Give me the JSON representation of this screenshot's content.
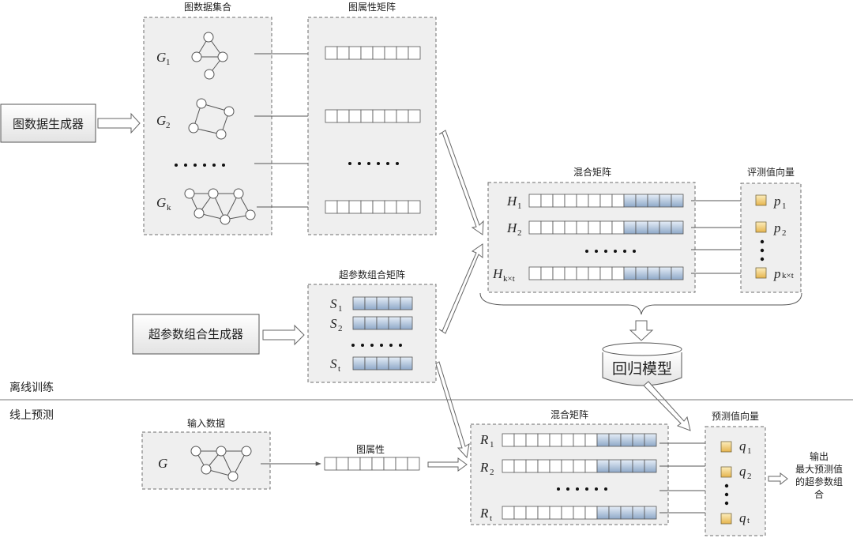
{
  "labels": {
    "graph_set": "图数据集合",
    "graph_attr_matrix": "图属性矩阵",
    "graph_generator": "图数据生成器",
    "mix_matrix_top": "混合矩阵",
    "score_vector": "评测值向量",
    "hyper_matrix": "超参数组合矩阵",
    "hyper_generator": "超参数组合生成器",
    "regression_model": "回归模型",
    "offline": "离线训练",
    "online": "线上预测",
    "input_data": "输入数据",
    "graph_attr": "图属性",
    "mix_matrix_bottom": "混合矩阵",
    "pred_vector": "预测值向量",
    "output": [
      "输出",
      "最大预测值",
      "的超参数组",
      "合"
    ]
  },
  "graphs": [
    {
      "base": "G",
      "sub": "1"
    },
    {
      "base": "G",
      "sub": "2"
    },
    {
      "base": "G",
      "sub": "k"
    }
  ],
  "input_graph": "G",
  "hyper_rows": [
    {
      "base": "S",
      "sub": "1"
    },
    {
      "base": "S",
      "sub": "2"
    },
    {
      "base": "S",
      "sub": "t"
    }
  ],
  "mix_rows": [
    {
      "base": "H",
      "sub": "1"
    },
    {
      "base": "H",
      "sub": "2"
    },
    {
      "base": "H",
      "sub": "k×t"
    }
  ],
  "score_rows": [
    {
      "base": "p",
      "sub": "1"
    },
    {
      "base": "p",
      "sub": "2"
    },
    {
      "base": "p",
      "sub": "k×t"
    }
  ],
  "pred_mix_rows": [
    {
      "base": "R",
      "sub": "1"
    },
    {
      "base": "R",
      "sub": "2"
    },
    {
      "base": "R",
      "sub": "t"
    }
  ],
  "pred_rows": [
    {
      "base": "q",
      "sub": "1"
    },
    {
      "base": "q",
      "sub": "2"
    },
    {
      "base": "q",
      "sub": "t"
    }
  ],
  "colors": {
    "box_fill": "#efefef",
    "blue_light": "#d4e0ee",
    "blue_dark": "#8ea8c8",
    "gold_light": "#fbe3a1",
    "gold_dark": "#e5b44d"
  }
}
